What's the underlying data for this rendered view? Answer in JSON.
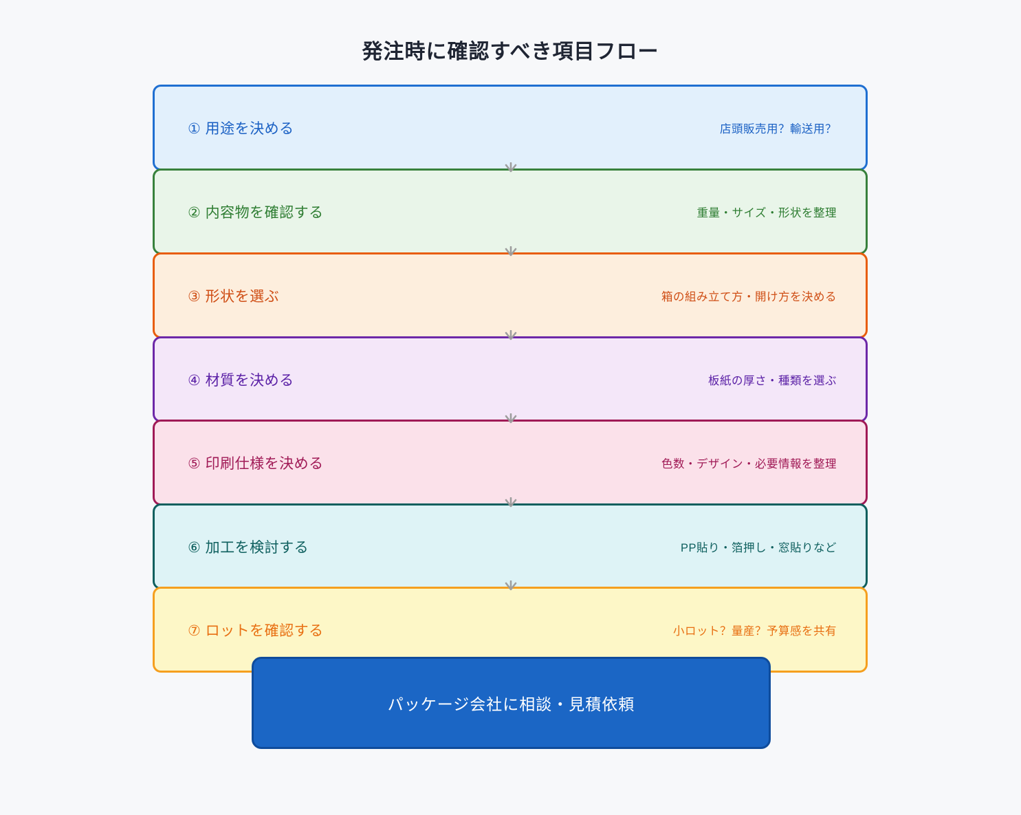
{
  "title": "発注時に確認すべき項目フロー",
  "connector_color": "#9e9e9e",
  "page_bg": "#f7f8fa",
  "steps": [
    {
      "label": "① 用途を決める",
      "note": "店頭販売用？輸送用？",
      "border_color": "#1f6fd1",
      "bg_color": "#e2f0fc",
      "text_color": "#1b61c4"
    },
    {
      "label": "② 内容物を確認する",
      "note": "重量・サイズ・形状を整理",
      "border_color": "#38813c",
      "bg_color": "#e9f5e9",
      "text_color": "#2e7d32"
    },
    {
      "label": "③ 形状を選ぶ",
      "note": "箱の組み立て方・開け方を決める",
      "border_color": "#e85d0b",
      "bg_color": "#fdeedd",
      "text_color": "#cf4e15"
    },
    {
      "label": "④ 材質を決める",
      "note": "板紙の厚さ・種類を選ぶ",
      "border_color": "#6d28a8",
      "bg_color": "#f4e7f9",
      "text_color": "#5b21a6"
    },
    {
      "label": "⑤ 印刷仕様を決める",
      "note": "色数・デザイン・必要情報を整理",
      "border_color": "#a01a56",
      "bg_color": "#fbe1ea",
      "text_color": "#a01a56"
    },
    {
      "label": "⑥ 加工を検討する",
      "note": "PP貼り・箔押し・窓貼りなど",
      "border_color": "#0e5f5e",
      "bg_color": "#def3f6",
      "text_color": "#0e5f5e"
    },
    {
      "label": "⑦ ロットを確認する",
      "note": "小ロット？量産？予算感を共有",
      "border_color": "#f59f1e",
      "bg_color": "#fdf7c7",
      "text_color": "#e86f12"
    }
  ],
  "cta": {
    "label": "パッケージ会社に相談・見積依頼",
    "bg_color": "#1b66c5",
    "border_color": "#0f4c9c",
    "text_color": "#ffffff"
  }
}
